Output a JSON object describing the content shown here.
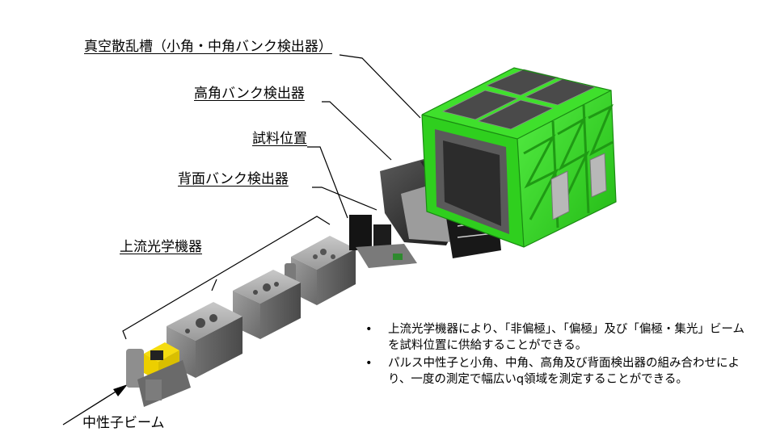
{
  "labels": {
    "vacuum_chamber": "真空散乱槽（小角・中角バンク検出器）",
    "high_angle_bank": "高角バンク検出器",
    "sample_position": "試料位置",
    "back_bank": "背面バンク検出器",
    "upstream_optics": "上流光学機器",
    "neutron_beam": "中性子ビーム"
  },
  "notes": [
    "上流光学機器により、「非偏極」、「偏極」及び「偏極・集光」ビームを試料位置に供給することができる。",
    "パルス中性子と小角、中角、高角及び背面検出器の組み合わせにより、一度の測定で幅広いq領域を測定することができる。"
  ],
  "colors": {
    "chamber_green": "#33dd22",
    "chamber_dark_green": "#1f9a14",
    "yellow_module": "#f2d400",
    "module_grey": "#8a8a8a",
    "detector_dark": "#1e1e1e"
  }
}
